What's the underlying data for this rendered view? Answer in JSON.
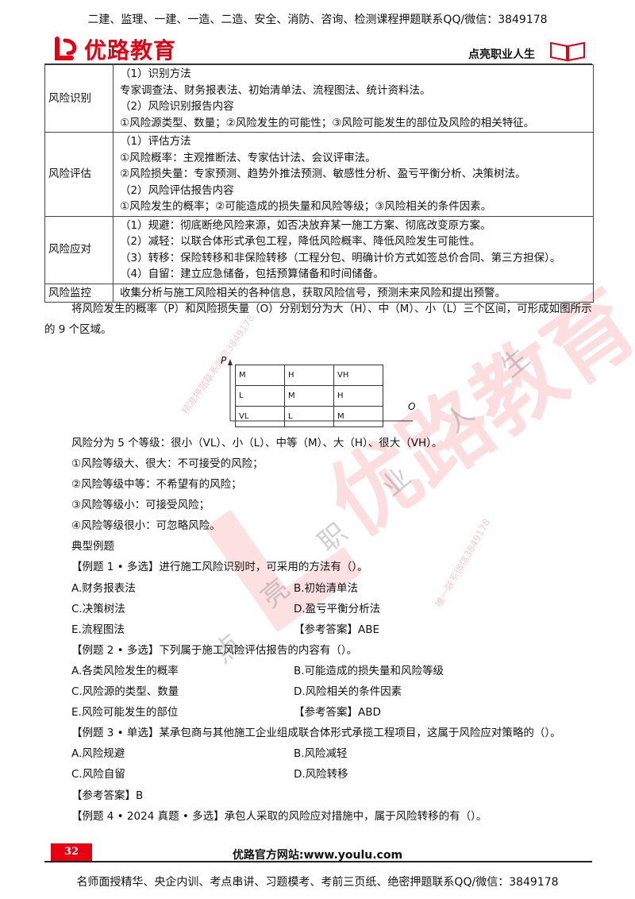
{
  "header": {
    "banner": "二建、监理、一建、一造、二造、安全、消防、咨询、检测课程押题联系QQ/微信：3849178",
    "logo": "优路教育",
    "slogan": "点亮职业人生"
  },
  "table": [
    {
      "label": "风险识别",
      "lines": [
        "（1）识别方法",
        "专家调查法、财务报表法、初始清单法、流程图法、统计资料法。",
        "（2）风险识别报告内容",
        "①风险源类型、数量；②风险发生的可能性；③风险可能发生的部位及风险的相关特征。"
      ]
    },
    {
      "label": "风险评估",
      "lines": [
        "（1）评估方法",
        "①风险概率：主观推断法、专家估计法、会议评审法。",
        "②风险损失量：专家预测、趋势外推法预测、敏感性分析、盈亏平衡分析、决策树法。",
        "（2）风险评估报告内容",
        "①风险发生的概率；②可能造成的损失量和风险等级；③风险相关的条件因素。"
      ]
    },
    {
      "label": "风险应对",
      "lines": [
        "（1）规避：彻底断绝风险来源，如否决放弃某一施工方案、彻底改变原方案。",
        "（2）减轻：以联合体形式承包工程，降低风险概率、降低风险发生可能性。",
        "（3）转移：保险转移和非保险转移（工程分包、明确计价方式如签总价合同、第三方担保）。",
        "（4）自留：建立应急储备，包括预算储备和时间储备。"
      ]
    },
    {
      "label": "风险监控",
      "lines": [
        "收集分析与施工风险相关的各种信息，获取风险信号，预测未来风险和提出预警。"
      ]
    }
  ],
  "intro": "将风险发生的概率（P）和风险损失量（O）分别划分为大（H）、中（M）、小（L）三个区间，可形成如图所示的 9 个区域。",
  "matrix": {
    "y_axis": "P",
    "x_axis": "O",
    "rows": [
      [
        "M",
        "H",
        "VH"
      ],
      [
        "L",
        "M",
        "H"
      ],
      [
        "VL",
        "L",
        "M"
      ]
    ]
  },
  "levels_intro": "风险分为 5 个等级：很小（VL）、小（L）、中等（M）、大（H）、很大（VH）。",
  "levels": [
    "①风险等级大、很大：不可接受的风险；",
    "②风险等级中等：不希望有的风险；",
    "③风险等级小：可接受风险；",
    "④风险等级很小：可忽略风险。"
  ],
  "examples_title": "典型例题",
  "q1": {
    "stem": "【例题 1 • 多选】进行施工风险识别时，可采用的方法有（）。",
    "a": "A.财务报表法",
    "b": "B.初始清单法",
    "c": "C.决策树法",
    "d": "D.盈亏平衡分析法",
    "e": "E.流程图法",
    "answer": "【参考答案】ABE"
  },
  "q2": {
    "stem": "【例题 2 • 多选】下列属于施工风险评估报告的内容有（）。",
    "a": "A.各类风险发生的概率",
    "b": "B.可能造成的损失量和风险等级",
    "c": "C.风险源的类型、数量",
    "d": "D.风险相关的条件因素",
    "e": "E.风险可能发生的部位",
    "answer": "【参考答案】ABD"
  },
  "q3": {
    "stem": "【例题 3 • 单选】某承包商与其他施工企业组成联合体形式承揽工程项目，这属于风险应对策略的（）。",
    "a": "A.风险规避",
    "b": "B.风险减轻",
    "c": "C.风险自留",
    "d": "D.风险转移",
    "answer": "【参考答案】B"
  },
  "q4": {
    "stem": "【例题 4 • 2024 真题 • 多选】承包人采取的风险应对措施中，属于风险转移的有（）。"
  },
  "watermark": {
    "chars": [
      "点",
      "亮",
      "职",
      "业",
      "人",
      "生"
    ],
    "small1": "精准押题联系微信3849178",
    "small2": "唯一联系微信3849178"
  },
  "footer": {
    "page": "32",
    "site": "优路官方网站:www.youlu.com",
    "banner": "名师面授精华、央企内训、考点串讲、习题模考、考前三页纸、绝密押题联系QQ/微信：3849178"
  },
  "colors": {
    "brand": "#e60012"
  }
}
